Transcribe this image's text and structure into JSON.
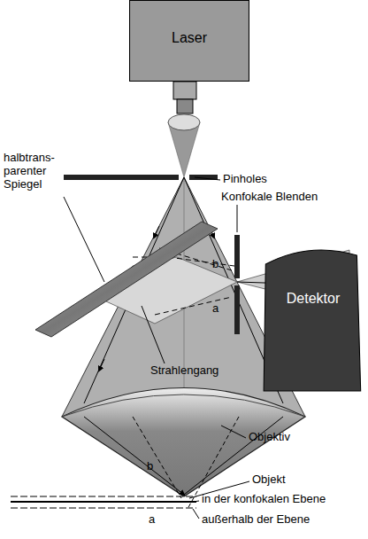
{
  "diagram": {
    "nodes": [
      {
        "text": [
          "Laser"
        ]
      },
      {
        "text": [
          "Detektor"
        ]
      }
    ],
    "labels": [
      "Pinholes",
      "Konfokale Blenden",
      "halbtrans- parenter Spiegel",
      "b",
      "a",
      "Strahlengang",
      "Objektiv",
      "b",
      "a",
      "Objekt",
      "in der konfokalen Ebene",
      "außerhalb der Ebene"
    ]
  }
}
